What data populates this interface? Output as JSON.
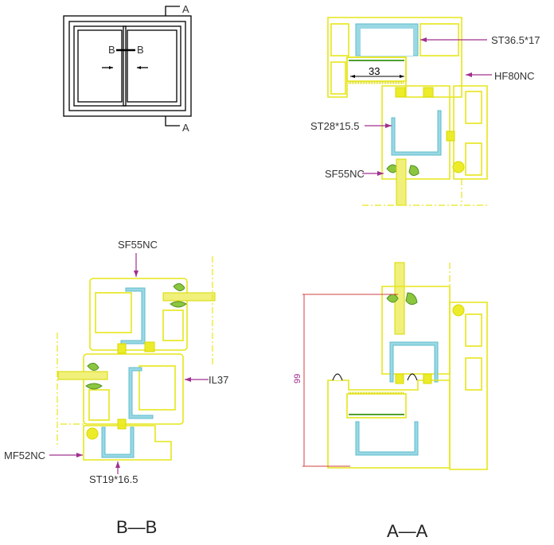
{
  "elevation": {
    "section_mark_top": "A",
    "section_mark_bottom": "A",
    "section_mark_left": "B",
    "section_mark_right": "B"
  },
  "section_aa_top": {
    "labels": {
      "steel_top": "ST36.5*17",
      "frame": "HF80NC",
      "steel_sash": "ST28*15.5",
      "sash": "SF55NC"
    },
    "dimension_glass": "33"
  },
  "section_bb": {
    "title": "B—B",
    "labels": {
      "sash": "SF55NC",
      "interlock": "IL37",
      "mullion_frame": "MF52NC",
      "steel": "ST19*16.5"
    }
  },
  "section_aa_bottom": {
    "title": "A—A",
    "dimension_height": "99"
  },
  "colors": {
    "profile": "#e6e61a",
    "steel": "#9ad8e4",
    "gasket": "#8cc63f",
    "leader": "#a0308f",
    "dimension": "#d04040"
  }
}
